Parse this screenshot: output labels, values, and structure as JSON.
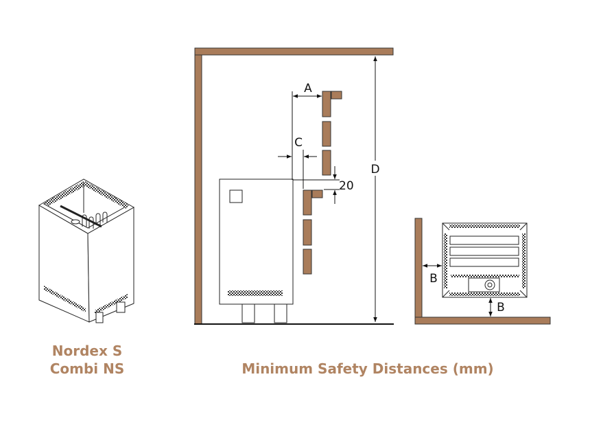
{
  "product": {
    "line1": "Nordex S",
    "line2": "Combi NS"
  },
  "title": "Minimum Safety Distances (mm)",
  "labels": {
    "a": "A",
    "c": "C",
    "d": "D",
    "gap": "20",
    "b_side": "B",
    "b_bottom": "B"
  },
  "colors": {
    "wood": "#a97c5a",
    "caption": "#b08462"
  }
}
